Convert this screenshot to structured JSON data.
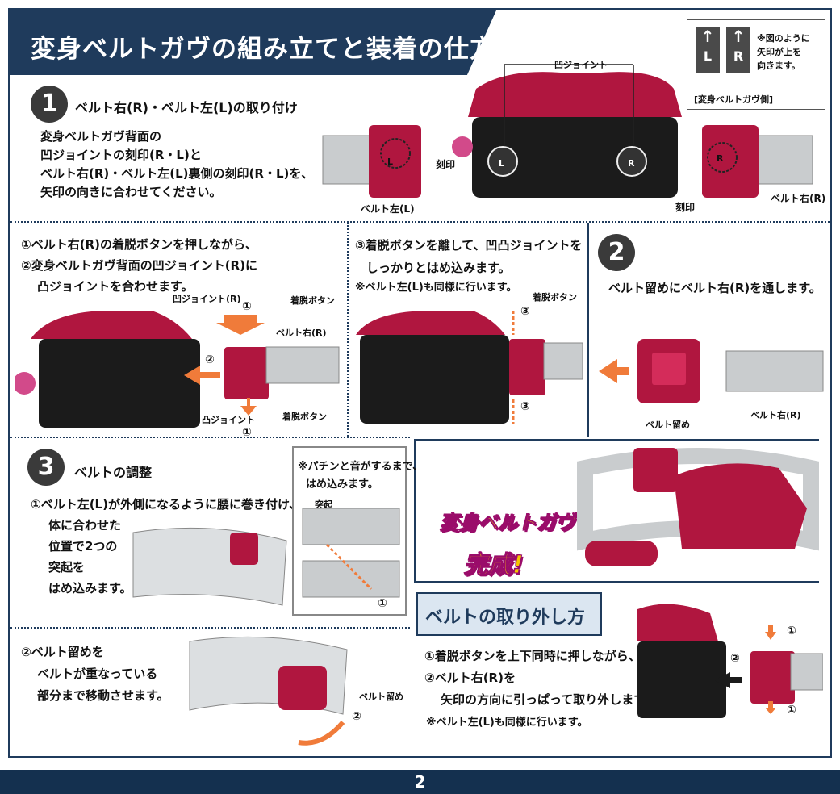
{
  "header": {
    "title": "変身ベルトガヴの組み立てと装着の仕方"
  },
  "legend": {
    "tiles": [
      {
        "arrow": "↑",
        "letter": "L"
      },
      {
        "arrow": "↑",
        "letter": "R"
      }
    ],
    "note_lines": [
      "※図のように",
      "矢印が上を",
      "向きます。"
    ],
    "caption": "[変身ベルトガヴ側]"
  },
  "step1": {
    "number": "1",
    "heading": "ベルト右(R)・ベルト左(L)の取り付け",
    "lines": [
      "変身ベルトガヴ背面の",
      "凹ジョイントの刻印(R・L)と",
      "ベルト右(R)・ベルト左(L)裏側の刻印(R・L)を、",
      "矢印の向きに合わせてください。"
    ],
    "labels": {
      "concave_joint": "凹ジョイント",
      "mark_left": "刻印",
      "mark_right": "刻印",
      "belt_left": "ベルト左(L)",
      "belt_right": "ベルト右(R)",
      "marking_l": "L",
      "marking_r": "R",
      "marking_l2": "L",
      "marking_r2": "R"
    }
  },
  "step1a": {
    "lines": [
      "①ベルト右(R)の着脱ボタンを押しながら、",
      "②変身ベルトガヴ背面の凹ジョイント(R)に",
      "凸ジョイントを合わせます。"
    ],
    "labels": {
      "concave_joint_r": "凹ジョイント(R)",
      "release_button_top": "着脱ボタン",
      "belt_right": "ベルト右(R)",
      "convex_joint": "凸ジョイント",
      "release_button_bottom": "着脱ボタン",
      "circle1_top": "①",
      "circle2": "②",
      "circle1_bottom": "①"
    }
  },
  "step1b": {
    "lines": [
      "③着脱ボタンを離して、凹凸ジョイントを",
      "しっかりとはめ込みます。"
    ],
    "note": "※ベルト左(L)も同様に行います。",
    "labels": {
      "release_button": "着脱ボタン",
      "circle3_top": "③",
      "circle3_bottom": "③"
    }
  },
  "step2": {
    "number": "2",
    "line": "ベルト留めにベルト右(R)を通します。",
    "labels": {
      "belt_keeper": "ベルト留め",
      "belt_right": "ベルト右(R)"
    }
  },
  "step3": {
    "number": "3",
    "heading": "ベルトの調整",
    "lines": [
      "①ベルト左(L)が外側になるように腰に巻き付け、",
      "体に合わせた",
      "位置で2つの",
      "突起を",
      "はめ込みます。"
    ],
    "callout": {
      "lines": [
        "※パチンと音がするまで、",
        "はめ込みます。"
      ],
      "protrusion": "突起",
      "circle1": "①"
    }
  },
  "step3b": {
    "lines": [
      "②ベルト留めを",
      "ベルトが重なっている",
      "部分まで移動させます。"
    ],
    "labels": {
      "belt_keeper": "ベルト留め",
      "circle2": "②"
    }
  },
  "complete": {
    "line1": "変身ベルトガヴ",
    "line2": "完成!"
  },
  "removal": {
    "title": "ベルトの取り外し方",
    "lines": [
      "①着脱ボタンを上下同時に押しながら、",
      "②ベルト右(R)を",
      "矢印の方向に引っぱって取り外します。"
    ],
    "note": "※ベルト左(L)も同様に行います。",
    "labels": {
      "circle1_top": "①",
      "circle2": "②",
      "circle1_bottom": "①"
    }
  },
  "footer": {
    "page_number": "2"
  },
  "colors": {
    "navy": "#1f3b5c",
    "crimson": "#b0163f",
    "arrow_orange": "#f07b3a",
    "belt_gray": "#c9ccce"
  }
}
